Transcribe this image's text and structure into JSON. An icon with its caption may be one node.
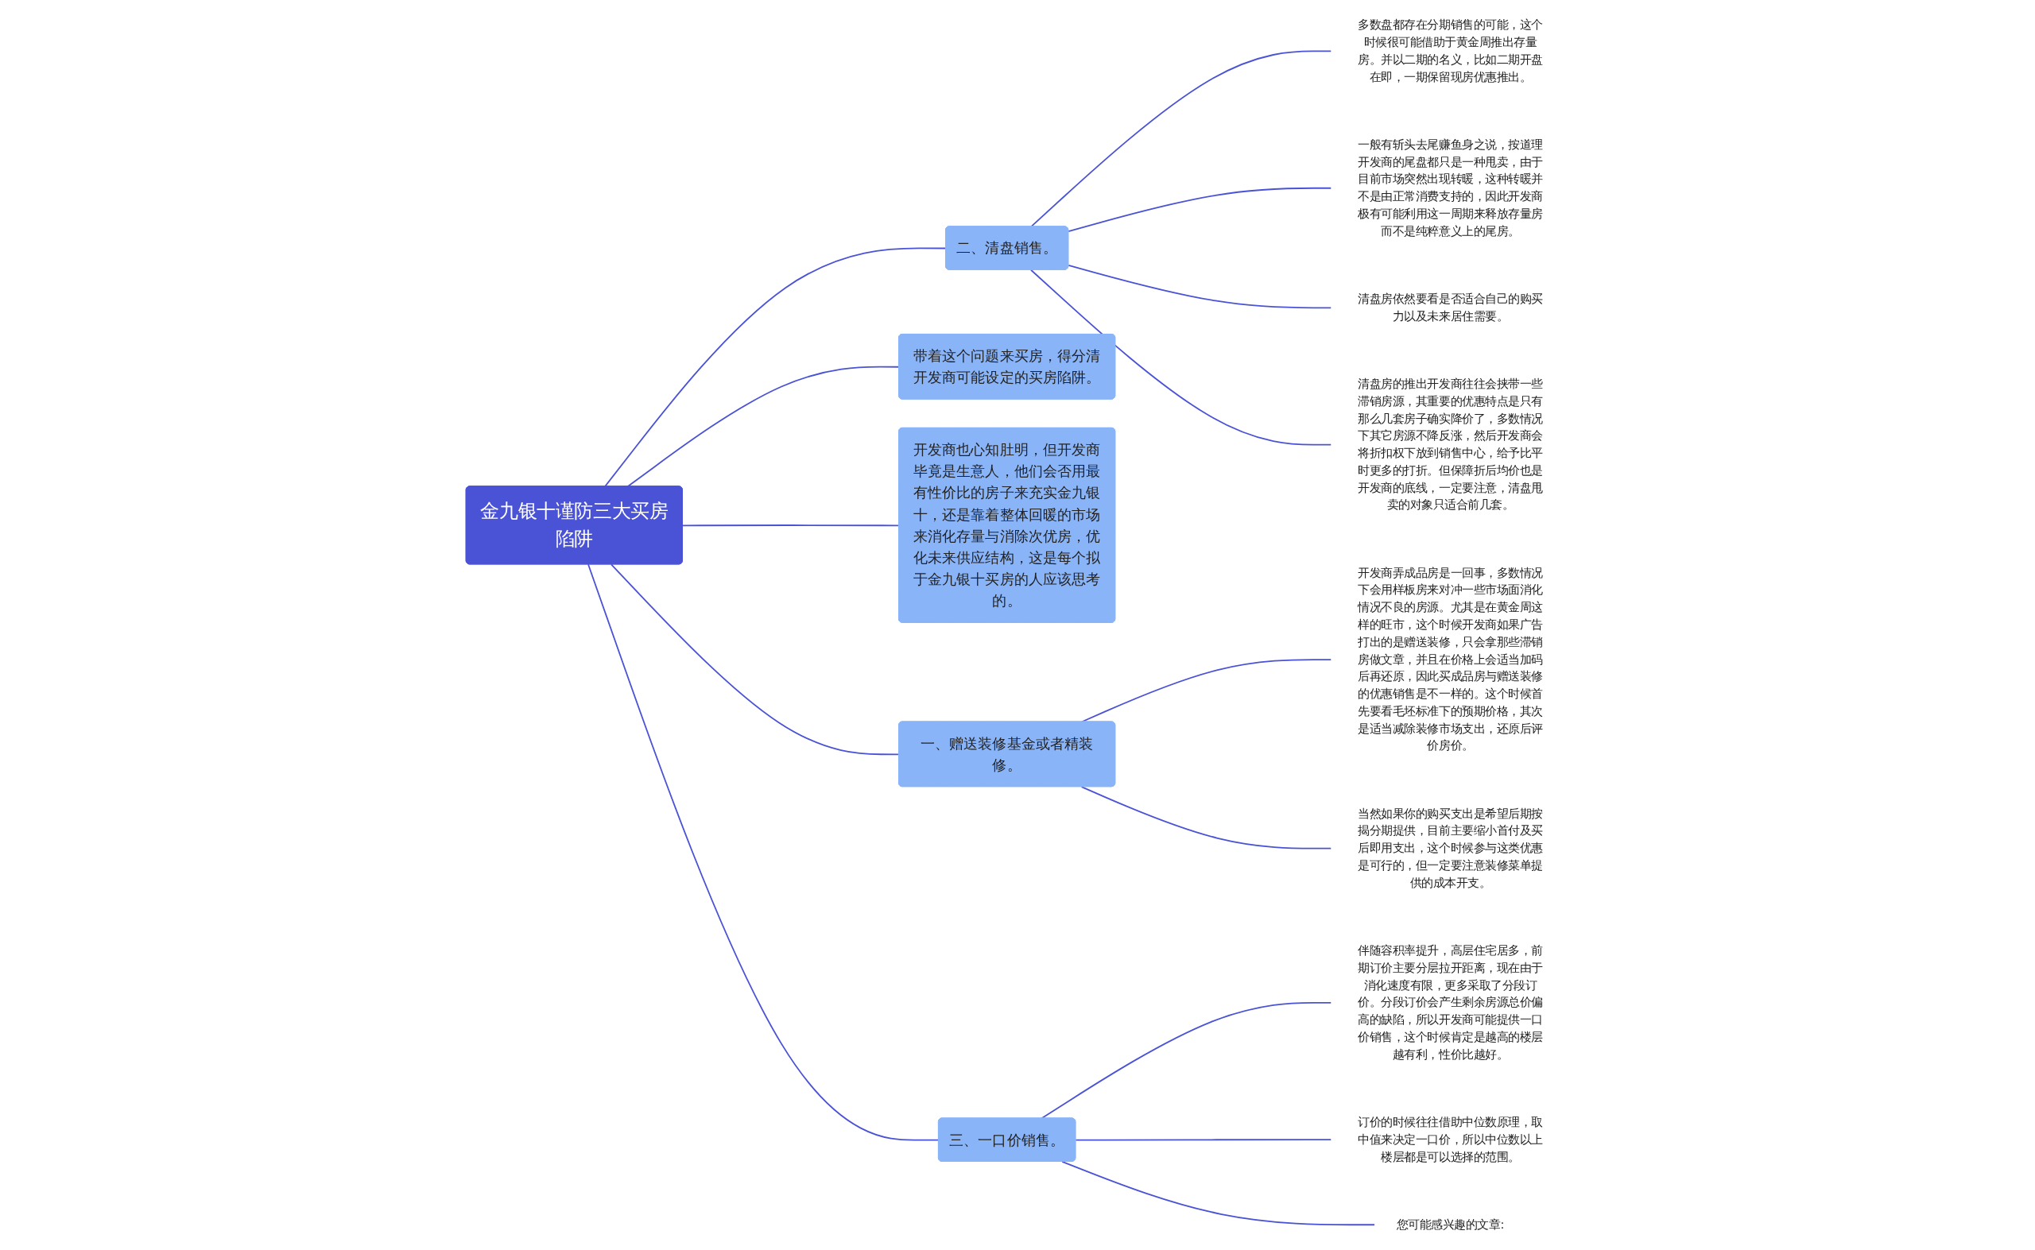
{
  "diagram": {
    "nodes": [
      {
        "text": [
          "金九银十谨防三大买房陷阱"
        ]
      },
      {
        "text": [
          "带着这个问题来买房，得分清开发商可能设定的买房陷阱。"
        ]
      },
      {
        "text": [
          "二、清盘销售。"
        ]
      },
      {
        "text": [
          "多数盘都存在分期销售的可能，这个时候很可能借助于黄金周推出存量房。并以二期的名义，比如二期开盘在即，一期保留现房优惠推出。"
        ]
      },
      {
        "text": [
          "一般有斩头去尾赚鱼身之说，按道理开发商的尾盘都只是一种甩卖，由于目前市场突然出现转暖，这种转暖并不是由正常消费支持的，因此开发商极有可能利用这一周期来释放存量房而不是纯粹意义上的尾房。"
        ]
      },
      {
        "text": [
          "清盘房依然要看是否适合自己的购买力以及未来居住需要。"
        ]
      },
      {
        "text": [
          "清盘房的推出开发商往往会挟带一些滞销房源，其重要的优惠特点是只有那么几套房子确实降价了，多数情况下其它房源不降反涨，然后开发商会将折扣权下放到销售中心，给予比平时更多的打折。但保障折后均价也是开发商的底线，一定要注意，清盘甩卖的对象只适合前几套。"
        ]
      },
      {
        "text": [
          "开发商也心知肚明，但开发商毕竟是生意人，他们会否用最有性价比的房子来充实金九银十，还是靠着整体回暖的市场来消化存量与消除次优房，优化未来供应结构，这是每个拟于金九银十买房的人应该思考的。"
        ]
      },
      {
        "text": [
          "一、赠送装修基金或者精装修。"
        ]
      },
      {
        "text": [
          "开发商弄成品房是一回事，多数情况下会用样板房来对冲一些市场面消化情况不良的房源。尤其是在黄金周这样的旺市，这个时候开发商如果广告打出的是赠送装修，只会拿那些滞销房做文章，并且在价格上会适当加码后再还原，因此买成品房与赠送装修的优惠销售是不一样的。这个时候首先要看毛坯标准下的预期价格，其次是适当减除装修市场支出，还原后评价房价。"
        ]
      },
      {
        "text": [
          "当然如果你的购买支出是希望后期按揭分期提供，目前主要缩小首付及买后即用支出，这个时候参与这类优惠是可行的，但一定要注意装修菜单提供的成本开支。"
        ]
      },
      {
        "text": [
          "三、一口价销售。"
        ]
      },
      {
        "text": [
          "伴随容积率提升，高层住宅居多，前期订价主要分层拉开距离，现在由于消化速度有限，更多采取了分段订价。分段订价会产生剩余房源总价偏高的缺陷，所以开发商可能提供一口价销售，这个时候肯定是越高的楼层越有利，性价比越好。"
        ]
      },
      {
        "text": [
          "订价的时候往往借助中位数原理，取中值来决定一口价，所以中位数以上楼层都是可以选择的范围。"
        ]
      },
      {
        "text": [
          "您可能感兴趣的文章:"
        ]
      }
    ],
    "edges": [
      {
        "from": 0,
        "to": 1,
        "arrow": "none"
      },
      {
        "from": 0,
        "to": 2,
        "arrow": "none"
      },
      {
        "from": 2,
        "to": 3,
        "arrow": "none"
      },
      {
        "from": 2,
        "to": 4,
        "arrow": "none"
      },
      {
        "from": 2,
        "to": 5,
        "arrow": "none"
      },
      {
        "from": 2,
        "to": 6,
        "arrow": "none"
      },
      {
        "from": 0,
        "to": 7,
        "arrow": "none"
      },
      {
        "from": 0,
        "to": 8,
        "arrow": "none"
      },
      {
        "from": 8,
        "to": 9,
        "arrow": "none"
      },
      {
        "from": 8,
        "to": 10,
        "arrow": "none"
      },
      {
        "from": 0,
        "to": 11,
        "arrow": "none"
      },
      {
        "from": 11,
        "to": 12,
        "arrow": "none"
      },
      {
        "from": 11,
        "to": 13,
        "arrow": "none"
      },
      {
        "from": 11,
        "to": 14,
        "arrow": "none"
      }
    ]
  }
}
